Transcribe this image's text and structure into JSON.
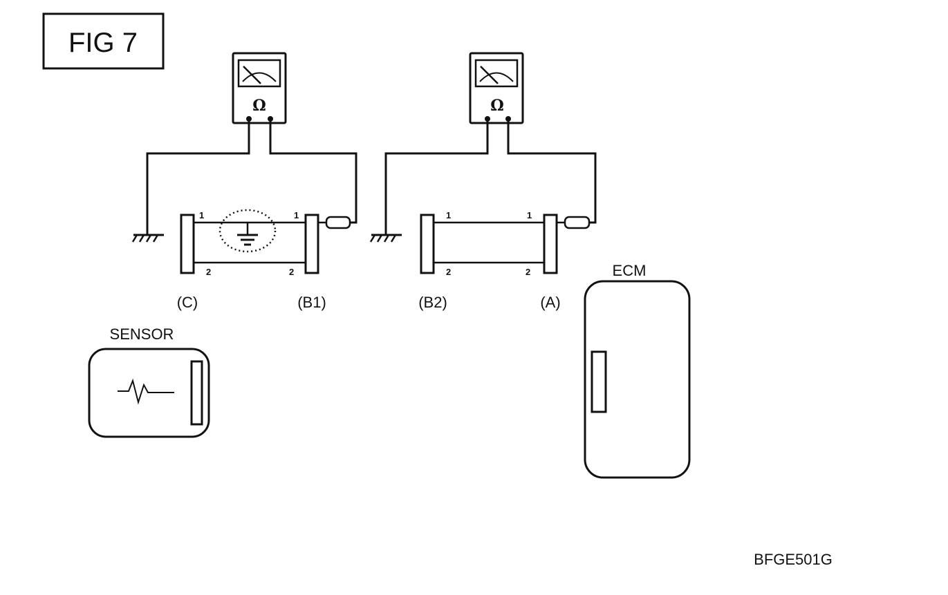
{
  "figure": {
    "title": "FIG 7",
    "code": "BFGE501G"
  },
  "labels": {
    "connector_c": "(C)",
    "connector_b1": "(B1)",
    "connector_b2": "(B2)",
    "connector_a": "(A)",
    "sensor": "SENSOR",
    "ecm": "ECM"
  },
  "meters": {
    "left_symbol": "Ω",
    "right_symbol": "Ω"
  },
  "pins": {
    "left_top_left": "1",
    "left_top_right": "1",
    "left_bottom_left": "2",
    "left_bottom_right": "2",
    "right_top_left": "1",
    "right_top_right": "1",
    "right_bottom_left": "2",
    "right_bottom_right": "2"
  }
}
